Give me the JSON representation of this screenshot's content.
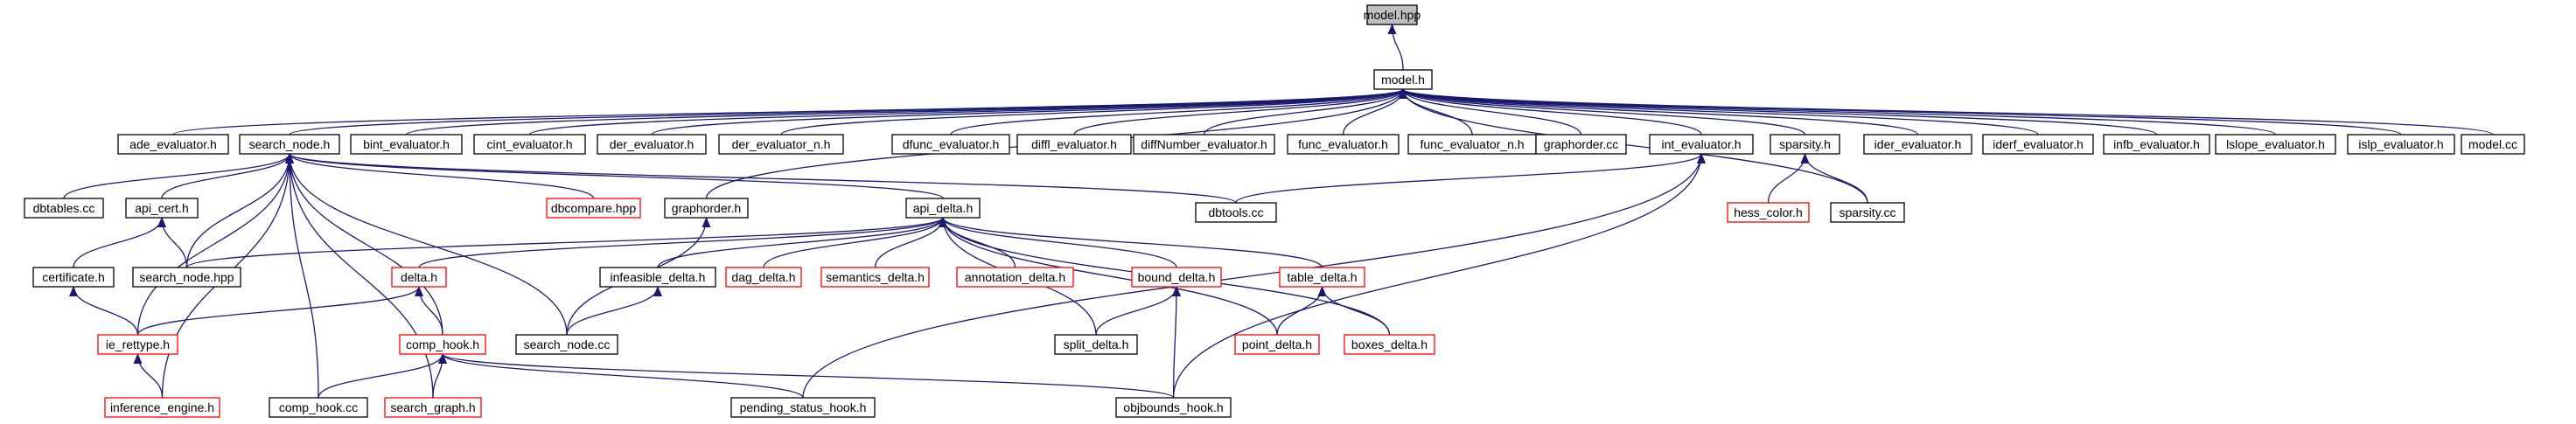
{
  "colors": {
    "edge": "#191970",
    "plain_border": "#000000",
    "external_border": "#ff0000",
    "root_fill": "#bfbfbf",
    "node_fill": "#ffffff"
  },
  "nodes": {
    "model_hpp": {
      "label": "model.hpp",
      "style": "root"
    },
    "model_h": {
      "label": "model.h",
      "style": "plain"
    },
    "ade_evaluator_h": {
      "label": "ade_evaluator.h",
      "style": "plain"
    },
    "search_node_h": {
      "label": "search_node.h",
      "style": "plain"
    },
    "bint_evaluator_h": {
      "label": "bint_evaluator.h",
      "style": "plain"
    },
    "cint_evaluator_h": {
      "label": "cint_evaluator.h",
      "style": "plain"
    },
    "der_evaluator_h": {
      "label": "der_evaluator.h",
      "style": "plain"
    },
    "der_evaluator_n_h": {
      "label": "der_evaluator_n.h",
      "style": "plain"
    },
    "dfunc_evaluator_h": {
      "label": "dfunc_evaluator.h",
      "style": "plain"
    },
    "diffl_evaluator_h": {
      "label": "diffl_evaluator.h",
      "style": "plain"
    },
    "diffNumber_evaluator_h": {
      "label": "diffNumber_evaluator.h",
      "style": "plain"
    },
    "func_evaluator_h": {
      "label": "func_evaluator.h",
      "style": "plain"
    },
    "func_evaluator_n_h": {
      "label": "func_evaluator_n.h",
      "style": "plain"
    },
    "graphorder_cc": {
      "label": "graphorder.cc",
      "style": "plain"
    },
    "int_evaluator_h": {
      "label": "int_evaluator.h",
      "style": "plain"
    },
    "sparsity_h": {
      "label": "sparsity.h",
      "style": "plain"
    },
    "ider_evaluator_h": {
      "label": "ider_evaluator.h",
      "style": "plain"
    },
    "iderf_evaluator_h": {
      "label": "iderf_evaluator.h",
      "style": "plain"
    },
    "infb_evaluator_h": {
      "label": "infb_evaluator.h",
      "style": "plain"
    },
    "lslope_evaluator_h": {
      "label": "lslope_evaluator.h",
      "style": "plain"
    },
    "islp_evaluator_h": {
      "label": "islp_evaluator.h",
      "style": "plain"
    },
    "model_cc": {
      "label": "model.cc",
      "style": "plain"
    },
    "dbtables_cc": {
      "label": "dbtables.cc",
      "style": "plain"
    },
    "api_cert_h": {
      "label": "api_cert.h",
      "style": "plain"
    },
    "dbcompare_hpp": {
      "label": "dbcompare.hpp",
      "style": "external"
    },
    "graphorder_h": {
      "label": "graphorder.h",
      "style": "plain"
    },
    "api_delta_h": {
      "label": "api_delta.h",
      "style": "plain"
    },
    "dbtools_cc": {
      "label": "dbtools.cc",
      "style": "plain"
    },
    "hess_color_h": {
      "label": "hess_color.h",
      "style": "external"
    },
    "sparsity_cc": {
      "label": "sparsity.cc",
      "style": "plain"
    },
    "certificate_h": {
      "label": "certificate.h",
      "style": "plain"
    },
    "search_node_hpp": {
      "label": "search_node.hpp",
      "style": "plain"
    },
    "delta_h": {
      "label": "delta.h",
      "style": "external"
    },
    "infeasible_delta_h": {
      "label": "infeasible_delta.h",
      "style": "plain"
    },
    "dag_delta_h": {
      "label": "dag_delta.h",
      "style": "external"
    },
    "semantics_delta_h": {
      "label": "semantics_delta.h",
      "style": "external"
    },
    "annotation_delta_h": {
      "label": "annotation_delta.h",
      "style": "external"
    },
    "bound_delta_h": {
      "label": "bound_delta.h",
      "style": "external"
    },
    "table_delta_h": {
      "label": "table_delta.h",
      "style": "external"
    },
    "ie_rettype_h": {
      "label": "ie_rettype.h",
      "style": "external"
    },
    "comp_hook_h": {
      "label": "comp_hook.h",
      "style": "external"
    },
    "search_node_cc": {
      "label": "search_node.cc",
      "style": "plain"
    },
    "split_delta_h": {
      "label": "split_delta.h",
      "style": "plain"
    },
    "point_delta_h": {
      "label": "point_delta.h",
      "style": "external"
    },
    "boxes_delta_h": {
      "label": "boxes_delta.h",
      "style": "external"
    },
    "inference_engine_h": {
      "label": "inference_engine.h",
      "style": "external"
    },
    "comp_hook_cc": {
      "label": "comp_hook.cc",
      "style": "plain"
    },
    "search_graph_h": {
      "label": "search_graph.h",
      "style": "external"
    },
    "pending_status_hook_h": {
      "label": "pending_status_hook.h",
      "style": "plain"
    },
    "objbounds_hook_h": {
      "label": "objbounds_hook.h",
      "style": "plain"
    }
  },
  "edges": [
    [
      "model_h",
      "model_hpp"
    ],
    [
      "ade_evaluator_h",
      "model_h"
    ],
    [
      "search_node_h",
      "model_h"
    ],
    [
      "bint_evaluator_h",
      "model_h"
    ],
    [
      "cint_evaluator_h",
      "model_h"
    ],
    [
      "der_evaluator_h",
      "model_h"
    ],
    [
      "der_evaluator_n_h",
      "model_h"
    ],
    [
      "dfunc_evaluator_h",
      "model_h"
    ],
    [
      "diffl_evaluator_h",
      "model_h"
    ],
    [
      "diffNumber_evaluator_h",
      "model_h"
    ],
    [
      "func_evaluator_h",
      "model_h"
    ],
    [
      "func_evaluator_n_h",
      "model_h"
    ],
    [
      "graphorder_cc",
      "model_h"
    ],
    [
      "int_evaluator_h",
      "model_h"
    ],
    [
      "sparsity_h",
      "model_h"
    ],
    [
      "ider_evaluator_h",
      "model_h"
    ],
    [
      "iderf_evaluator_h",
      "model_h"
    ],
    [
      "infb_evaluator_h",
      "model_h"
    ],
    [
      "lslope_evaluator_h",
      "model_h"
    ],
    [
      "islp_evaluator_h",
      "model_h"
    ],
    [
      "model_cc",
      "model_h"
    ],
    [
      "graphorder_h",
      "model_h"
    ],
    [
      "sparsity_cc",
      "model_h"
    ],
    [
      "dbtables_cc",
      "search_node_h"
    ],
    [
      "api_cert_h",
      "search_node_h"
    ],
    [
      "dbcompare_hpp",
      "search_node_h"
    ],
    [
      "api_delta_h",
      "search_node_h"
    ],
    [
      "dbtools_cc",
      "search_node_h"
    ],
    [
      "search_node_hpp",
      "search_node_h"
    ],
    [
      "ie_rettype_h",
      "search_node_h"
    ],
    [
      "comp_hook_h",
      "search_node_h"
    ],
    [
      "search_node_cc",
      "search_node_h"
    ],
    [
      "inference_engine_h",
      "search_node_h"
    ],
    [
      "comp_hook_cc",
      "search_node_h"
    ],
    [
      "search_graph_h",
      "search_node_h"
    ],
    [
      "certificate_h",
      "api_cert_h"
    ],
    [
      "search_node_hpp",
      "api_cert_h"
    ],
    [
      "ie_rettype_h",
      "certificate_h"
    ],
    [
      "search_node_hpp",
      "api_delta_h"
    ],
    [
      "delta_h",
      "api_delta_h"
    ],
    [
      "infeasible_delta_h",
      "api_delta_h"
    ],
    [
      "dag_delta_h",
      "api_delta_h"
    ],
    [
      "semantics_delta_h",
      "api_delta_h"
    ],
    [
      "annotation_delta_h",
      "api_delta_h"
    ],
    [
      "bound_delta_h",
      "api_delta_h"
    ],
    [
      "table_delta_h",
      "api_delta_h"
    ],
    [
      "split_delta_h",
      "api_delta_h"
    ],
    [
      "point_delta_h",
      "api_delta_h"
    ],
    [
      "boxes_delta_h",
      "api_delta_h"
    ],
    [
      "ie_rettype_h",
      "delta_h"
    ],
    [
      "comp_hook_h",
      "delta_h"
    ],
    [
      "search_node_cc",
      "infeasible_delta_h"
    ],
    [
      "search_node_cc",
      "graphorder_h"
    ],
    [
      "split_delta_h",
      "bound_delta_h"
    ],
    [
      "objbounds_hook_h",
      "bound_delta_h"
    ],
    [
      "point_delta_h",
      "table_delta_h"
    ],
    [
      "boxes_delta_h",
      "table_delta_h"
    ],
    [
      "inference_engine_h",
      "ie_rettype_h"
    ],
    [
      "comp_hook_cc",
      "comp_hook_h"
    ],
    [
      "search_graph_h",
      "comp_hook_h"
    ],
    [
      "pending_status_hook_h",
      "comp_hook_h"
    ],
    [
      "objbounds_hook_h",
      "comp_hook_h"
    ],
    [
      "dbtools_cc",
      "int_evaluator_h"
    ],
    [
      "pending_status_hook_h",
      "int_evaluator_h"
    ],
    [
      "objbounds_hook_h",
      "int_evaluator_h"
    ],
    [
      "hess_color_h",
      "sparsity_h"
    ],
    [
      "sparsity_cc",
      "sparsity_h"
    ]
  ]
}
